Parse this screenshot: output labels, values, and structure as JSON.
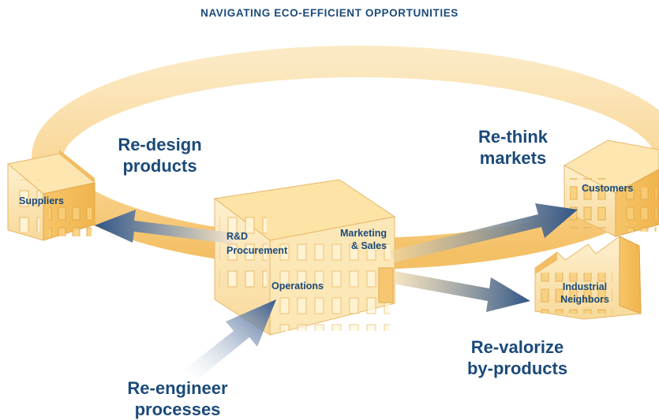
{
  "title": "NAVIGATING ECO-EFFICIENT OPPORTUNITIES",
  "opportunities": {
    "redesign": [
      "Re-design",
      "products"
    ],
    "rethink": [
      "Re-think",
      "markets"
    ],
    "revalorize": [
      "Re-valorize",
      "by-products"
    ],
    "reengineer": [
      "Re-engineer",
      "processes"
    ]
  },
  "buildings": {
    "suppliers": "Suppliers",
    "customers": "Customers",
    "industrial_neighbors": [
      "Industrial",
      "Neighbors"
    ],
    "company": {
      "rd": "R&D",
      "procurement": "Procurement",
      "marketing": [
        "Marketing",
        "& Sales"
      ],
      "operations": "Operations"
    }
  },
  "colors": {
    "text": "#1b4a7a",
    "ring": "#f7c872",
    "building_face": "#fbe3a6",
    "building_side": "#f3bd5e",
    "arrow": "#3d5f8f"
  }
}
